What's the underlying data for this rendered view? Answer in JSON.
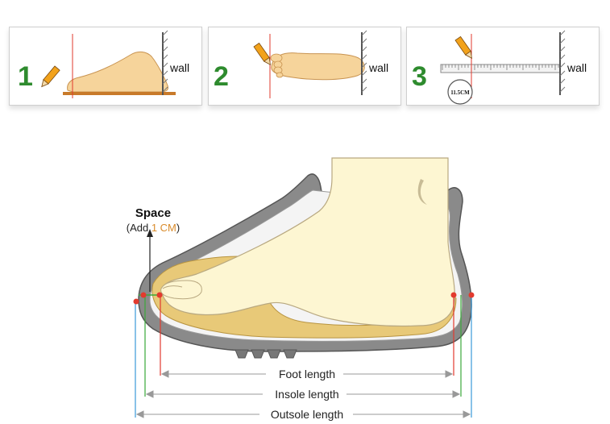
{
  "steps": [
    {
      "number": "1",
      "wall_label": "wall"
    },
    {
      "number": "2",
      "wall_label": "wall"
    },
    {
      "number": "3",
      "wall_label": "wall",
      "measurement_badge": "11.5CM"
    }
  ],
  "diagram": {
    "space_title": "Space",
    "space_note_prefix": "(Add ",
    "space_note_value": "1 CM",
    "space_note_suffix": ")",
    "foot_length_label": "Foot length",
    "insole_length_label": "Insole length",
    "outsole_length_label": "Outsole length"
  },
  "colors": {
    "step_number": "#2e8b2e",
    "highlight": "#d98b2b",
    "foot_fill": "#fdf6d2",
    "insole": "#e8c978",
    "shoe_gray": "#8a8a8a",
    "foot_line": "#e23a2e",
    "insole_line": "#3aa83a",
    "outsole_line": "#3a9ad9"
  }
}
